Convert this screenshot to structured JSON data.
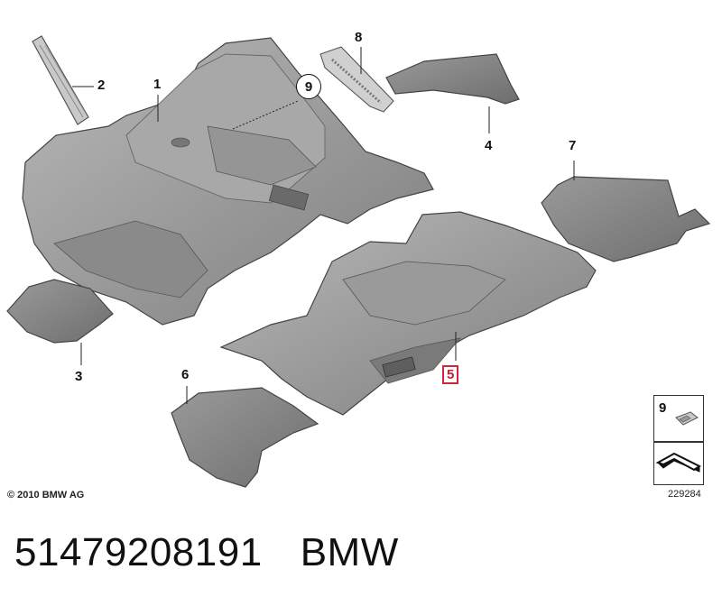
{
  "diagram": {
    "callouts": [
      "1",
      "2",
      "3",
      "4",
      "5",
      "6",
      "7",
      "8",
      "9"
    ],
    "highlighted_callout": "5",
    "highlight_color": "#d4243a",
    "copyright": "© 2010 BMW AG",
    "inset": {
      "number": "9"
    },
    "reference_number": "229284"
  },
  "footer": {
    "part_number": "51479208191",
    "brand": "BMW"
  }
}
